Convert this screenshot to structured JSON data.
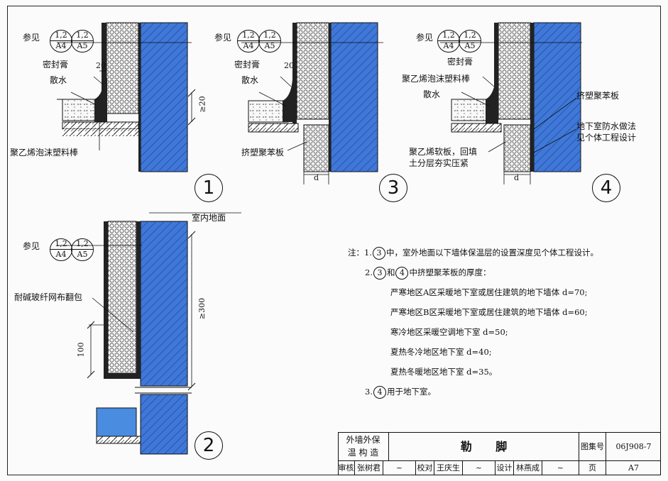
{
  "labels": {
    "ref_word": "参见",
    "ref_a": {
      "top": "1,2",
      "bottom": "A4"
    },
    "ref_b": {
      "top": "1,2",
      "bottom": "A5"
    },
    "sealant": "密封膏",
    "apron": "散水",
    "pe_rod": "聚乙烯泡沫塑料棒",
    "xps_board": "挤塑聚苯板",
    "dim_20": "20",
    "dim_ge20": "≥20",
    "dim_d": "d",
    "pe_soft_board": "聚乙烯软板，回填\n土分层夯实压紧",
    "basement_waterproof": "地下室防水做法\n见个体工程设计",
    "indoor_floor": "室内地面",
    "fiber_mesh": "耐碱玻纤网布翻包",
    "dim_100": "100",
    "dim_ge300": "≥300"
  },
  "detail_numbers": [
    "1",
    "2",
    "3",
    "4"
  ],
  "notes": {
    "lead": "注：",
    "item1_pre": "1.",
    "item1_ref": "3",
    "item1_text": "中，室外地面以下墙体保温层的设置深度见个体工程设计。",
    "item2_pre": "2.",
    "item2_ref_a": "3",
    "item2_and": "和",
    "item2_ref_b": "4",
    "item2_text": "中挤塑聚苯板的厚度：",
    "lines": [
      "严寒地区A区采暖地下室或居住建筑的地下墙体 d=70;",
      "严寒地区B区采暖地下室或居住建筑的地下墙体 d=60;",
      "寒冷地区采暖空调地下室 d=50;",
      "夏热冬冷地区地下室 d=40;",
      "夏热冬暖地区地下室 d=35。"
    ],
    "item3_pre": "3.",
    "item3_ref": "4",
    "item3_text": "用于地下室。"
  },
  "title_block": {
    "category": "外墙外保\n温 构 造",
    "title": "勒      脚",
    "atlas_label": "图集号",
    "atlas_no": "06J908-7",
    "review_label": "审核",
    "reviewer": "张树君",
    "check_label": "校对",
    "checker": "王庆生",
    "design_label": "设计",
    "designer": "林燕成",
    "page_label": "页",
    "page_no": "A7"
  },
  "colors": {
    "wall": "#3f78d8",
    "line": "#111111",
    "insulation_bg": "#f4f4f4"
  }
}
